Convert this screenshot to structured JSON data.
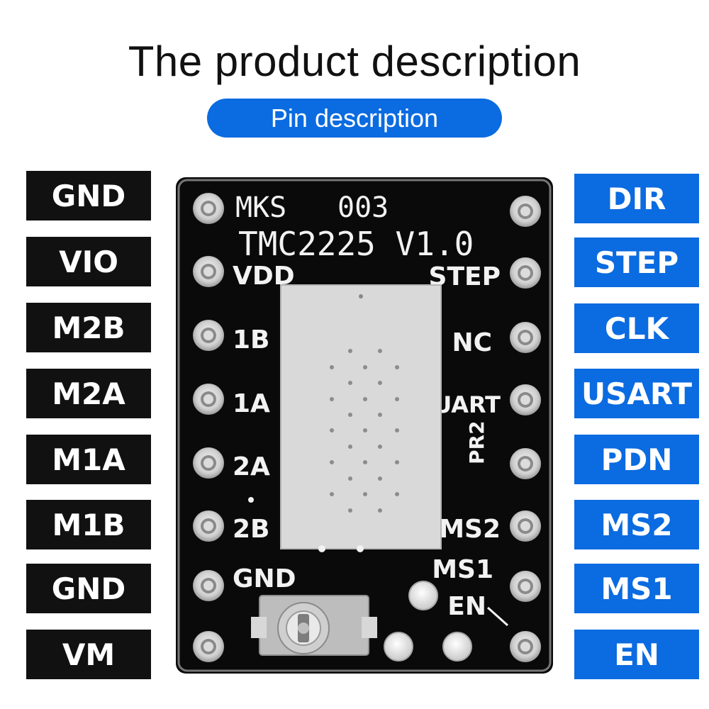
{
  "header": {
    "title": "The product description",
    "subtitle": "Pin description"
  },
  "colors": {
    "accent_blue": "#0b6be0",
    "label_black": "#111111",
    "pcb_black": "#0a0a0a"
  },
  "left_pins": [
    "GND",
    "VIO",
    "M2B",
    "M2A",
    "M1A",
    "M1B",
    "GND",
    "VM"
  ],
  "right_pins": [
    "DIR",
    "STEP",
    "CLK",
    "USART",
    "PDN",
    "MS2",
    "MS1",
    "EN"
  ],
  "board": {
    "brand": "MKS",
    "code": "003",
    "model": "TMC2225 V1.0",
    "silk_left": [
      "VDD",
      "1B",
      "1A",
      "2A",
      "2B",
      "GND"
    ],
    "silk_right": [
      "STEP",
      "NC",
      "UART",
      "PR2",
      "MS2",
      "MS1",
      "EN"
    ]
  }
}
